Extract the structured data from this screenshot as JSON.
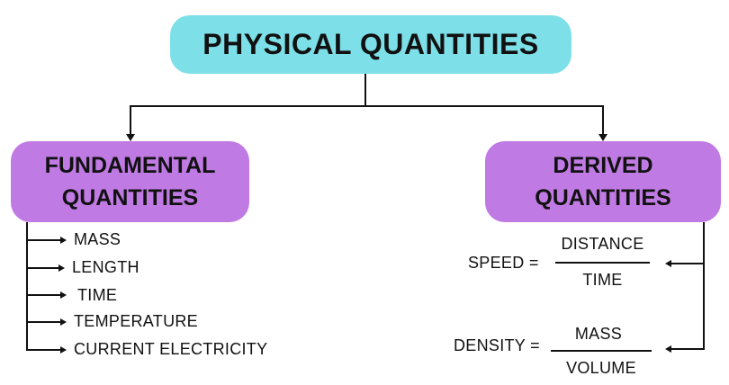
{
  "colors": {
    "root_fill": "#7de0e8",
    "branch_fill": "#c07ae3",
    "line": "#111111"
  },
  "root": {
    "label": "PHYSICAL QUANTITIES"
  },
  "fundamental": {
    "line1": "FUNDAMENTAL",
    "line2": "QUANTITIES",
    "items": [
      "MASS",
      "LENGTH",
      "TIME",
      "TEMPERATURE",
      "CURRENT ELECTRICITY"
    ]
  },
  "derived": {
    "line1": "DERIVED",
    "line2": "QUANTITIES",
    "formulas": [
      {
        "label": "SPEED =",
        "numerator": "DISTANCE",
        "denominator": "TIME"
      },
      {
        "label": "DENSITY =",
        "numerator": "MASS",
        "denominator": "VOLUME"
      }
    ]
  }
}
